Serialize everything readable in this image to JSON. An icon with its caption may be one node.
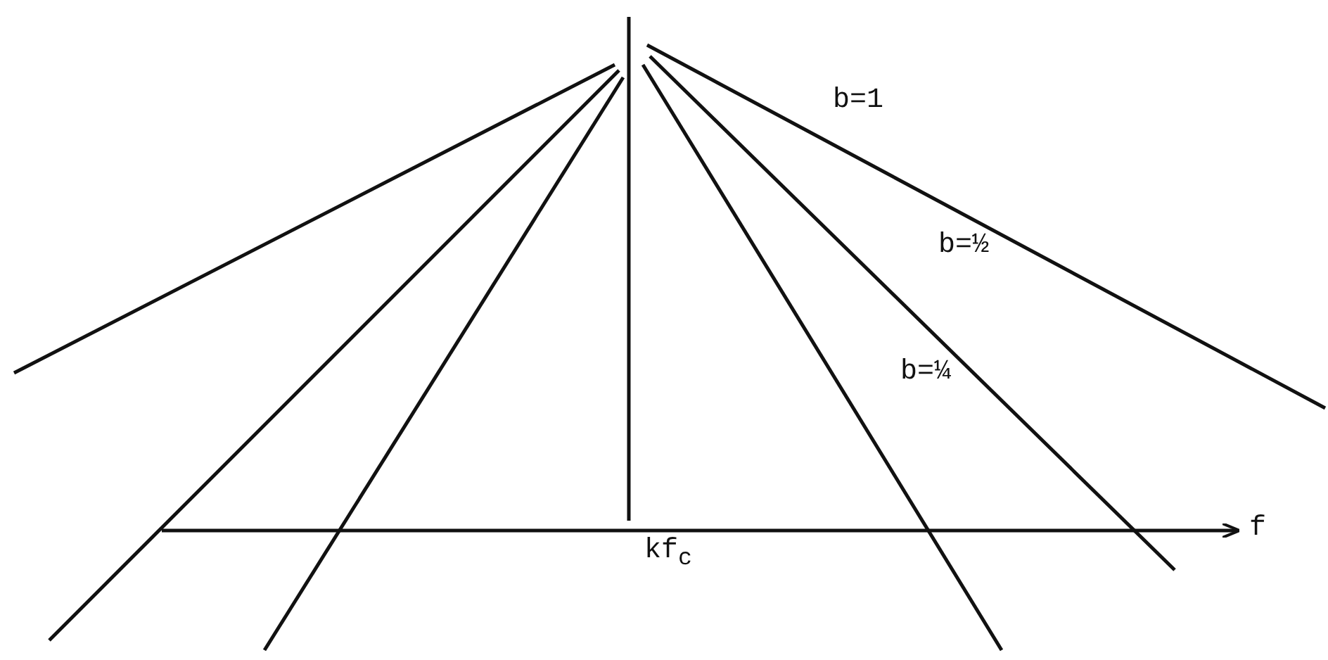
{
  "diagram": {
    "labels": [
      "b=1",
      "b=½",
      "b=¼",
      "f",
      "kf$_{c}$"
    ]
  }
}
